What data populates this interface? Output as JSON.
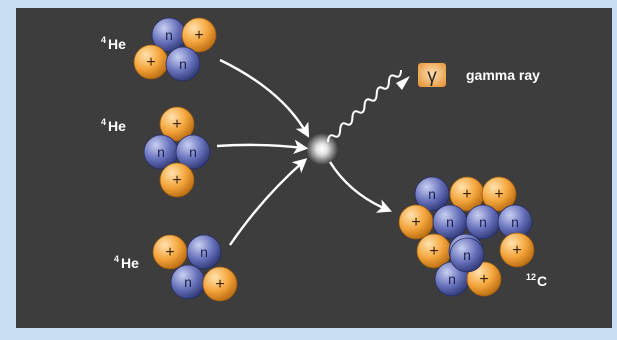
{
  "nuclei": [
    {
      "id": "he-top",
      "symbol": "He",
      "mass_number": "4"
    },
    {
      "id": "he-middle",
      "symbol": "He",
      "mass_number": "4"
    },
    {
      "id": "he-bottom",
      "symbol": "He",
      "mass_number": "4"
    },
    {
      "id": "carbon",
      "symbol": "C",
      "mass_number": "12"
    }
  ],
  "particle_labels": {
    "neutron": "n",
    "proton": "+"
  },
  "gamma": {
    "symbol": "γ",
    "label": "gamma ray"
  },
  "colors": {
    "background": "#3d3d3d",
    "outer_frame": "#c9ddf3",
    "proton": "#f2a13a",
    "neutron": "#5a66b0",
    "arrow": "#ffffff",
    "gamma_box": "#f2b265"
  }
}
